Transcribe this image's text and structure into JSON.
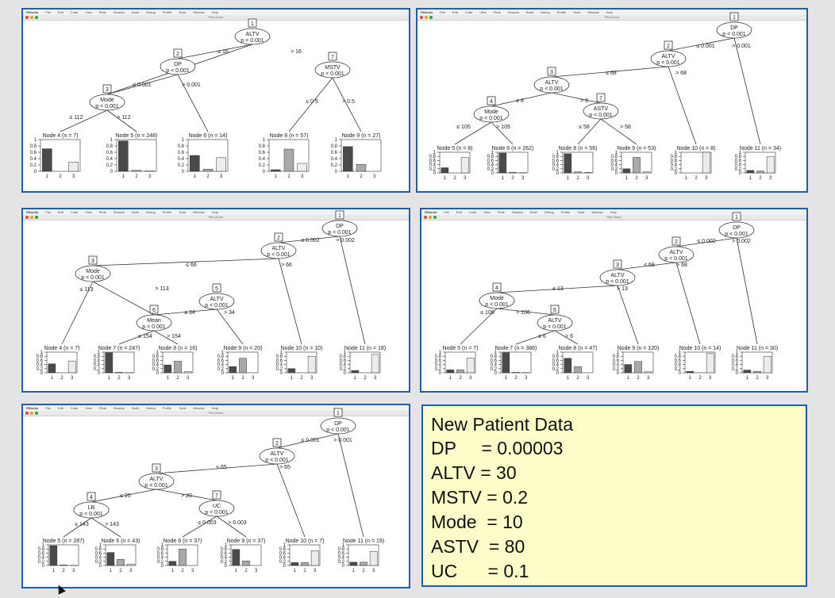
{
  "menubar": {
    "app": "RStudio",
    "items": [
      "File",
      "Edit",
      "Code",
      "View",
      "Plots",
      "Session",
      "Build",
      "Debug",
      "Profile",
      "Tools",
      "Window",
      "Help"
    ],
    "window_title": "Plot Zoom"
  },
  "trees": [
    {
      "nodes": [
        {
          "id": "1",
          "name": "ALTV",
          "p": "p < 0.001"
        },
        {
          "id": "2",
          "name": "DP",
          "p": "p < 0.001"
        },
        {
          "id": "3",
          "name": "Mode",
          "p": "p < 0.001"
        },
        {
          "id": "7",
          "name": "MSTV",
          "p": "p < 0.001"
        }
      ],
      "edges": [
        {
          "label": "≤ 16"
        },
        {
          "label": "> 16"
        },
        {
          "label": "≤ 0.001"
        },
        {
          "label": "> 0.001"
        },
        {
          "label": "≤ 112"
        },
        {
          "label": "> 112"
        },
        {
          "label": "≤ 0.5"
        },
        {
          "label": "> 0.5"
        }
      ],
      "leaves": [
        {
          "title": "Node 4 (n = 7)",
          "values": [
            0.71,
            0,
            0.29
          ]
        },
        {
          "title": "Node 5 (n = 248)",
          "values": [
            0.96,
            0.03,
            0.01
          ]
        },
        {
          "title": "Node 6 (n = 14)",
          "values": [
            0.5,
            0.07,
            0.43
          ]
        },
        {
          "title": "Node 8 (n = 57)",
          "values": [
            0.05,
            0.7,
            0.25
          ]
        },
        {
          "title": "Node 9 (n = 27)",
          "values": [
            0.78,
            0.22,
            0
          ]
        }
      ]
    },
    {
      "nodes": [
        {
          "id": "1",
          "name": "DP",
          "p": "p < 0.001"
        },
        {
          "id": "2",
          "name": "ALTV",
          "p": "p < 0.001"
        },
        {
          "id": "3",
          "name": "ALTV",
          "p": "p < 0.001"
        },
        {
          "id": "4",
          "name": "Mode",
          "p": "p < 0.001"
        },
        {
          "id": "7",
          "name": "ASTV",
          "p": "p < 0.001"
        }
      ],
      "edges": [
        {
          "label": "≤ 0.001"
        },
        {
          "label": "> 0.001"
        },
        {
          "label": "≤ 68"
        },
        {
          "label": "> 68"
        },
        {
          "label": "≤ 8"
        },
        {
          "label": "> 8"
        },
        {
          "label": "≤ 105"
        },
        {
          "label": "> 105"
        },
        {
          "label": "≤ 58"
        },
        {
          "label": "> 58"
        }
      ],
      "leaves": [
        {
          "title": "Node 5 (n = 8)",
          "values": [
            0.25,
            0,
            0.75
          ]
        },
        {
          "title": "Node 6 (n = 262)",
          "values": [
            0.96,
            0.03,
            0.01
          ]
        },
        {
          "title": "Node 8 (n = 56)",
          "values": [
            0.93,
            0.05,
            0.02
          ]
        },
        {
          "title": "Node 9 (n = 53)",
          "values": [
            0.2,
            0.75,
            0.05
          ]
        },
        {
          "title": "Node 10 (n = 8)",
          "values": [
            0,
            0,
            1
          ]
        },
        {
          "title": "Node 11 (n = 34)",
          "values": [
            0.12,
            0.09,
            0.79
          ]
        }
      ]
    },
    {
      "nodes": [
        {
          "id": "1",
          "name": "DP",
          "p": "p < 0.001"
        },
        {
          "id": "2",
          "name": "ALTV",
          "p": "p < 0.001"
        },
        {
          "id": "3",
          "name": "Mode",
          "p": "p < 0.001"
        },
        {
          "id": "5",
          "name": "ALTV",
          "p": "p < 0.001"
        },
        {
          "id": "6",
          "name": "Mean",
          "p": "p < 0.001"
        }
      ],
      "edges": [
        {
          "label": "≤ 0.002"
        },
        {
          "label": "> 0.002"
        },
        {
          "label": "≤ 66"
        },
        {
          "label": "> 66"
        },
        {
          "label": "≤ 113"
        },
        {
          "label": "> 113"
        },
        {
          "label": "≤ 34"
        },
        {
          "label": "> 34"
        },
        {
          "label": "≤ 154"
        },
        {
          "label": "> 154"
        }
      ],
      "leaves": [
        {
          "title": "Node 4 (n = 7)",
          "values": [
            0.43,
            0,
            0.57
          ]
        },
        {
          "title": "Node 7 (n = 247)",
          "values": [
            0.97,
            0.02,
            0.01
          ]
        },
        {
          "title": "Node 8 (n = 16)",
          "values": [
            0.38,
            0.56,
            0.06
          ]
        },
        {
          "title": "Node 9 (n = 20)",
          "values": [
            0.3,
            0.7,
            0
          ]
        },
        {
          "title": "Node 10 (n = 10)",
          "values": [
            0.2,
            0,
            0.8
          ]
        },
        {
          "title": "Node 11 (n = 18)",
          "values": [
            0.11,
            0,
            0.89
          ]
        }
      ]
    },
    {
      "nodes": [
        {
          "id": "1",
          "name": "DP",
          "p": "p < 0.001"
        },
        {
          "id": "2",
          "name": "ALTV",
          "p": "p < 0.001"
        },
        {
          "id": "3",
          "name": "ALTV",
          "p": "p < 0.001"
        },
        {
          "id": "4",
          "name": "Mode",
          "p": "p < 0.001"
        },
        {
          "id": "6",
          "name": "ALTV",
          "p": "p < 0.001"
        }
      ],
      "edges": [
        {
          "label": "≤ 0.002"
        },
        {
          "label": "> 0.002"
        },
        {
          "label": "≤ 68"
        },
        {
          "label": "> 68"
        },
        {
          "label": "≤ 13"
        },
        {
          "label": "> 13"
        },
        {
          "label": "≤ 106"
        },
        {
          "label": "> 106"
        },
        {
          "label": "≤ 6"
        },
        {
          "label": "> 6"
        }
      ],
      "leaves": [
        {
          "title": "Node 5 (n = 7)",
          "values": [
            0.14,
            0.14,
            0.72
          ]
        },
        {
          "title": "Node 7 (n = 386)",
          "values": [
            0.97,
            0.02,
            0.01
          ]
        },
        {
          "title": "Node 8 (n = 47)",
          "values": [
            0.7,
            0.3,
            0
          ]
        },
        {
          "title": "Node 9 (n = 120)",
          "values": [
            0.4,
            0.55,
            0.05
          ]
        },
        {
          "title": "Node 10 (n = 14)",
          "values": [
            0.07,
            0,
            0.93
          ]
        },
        {
          "title": "Node 11 (n = 30)",
          "values": [
            0.13,
            0.07,
            0.8
          ]
        }
      ]
    },
    {
      "nodes": [
        {
          "id": "1",
          "name": "DP",
          "p": "p < 0.001"
        },
        {
          "id": "2",
          "name": "ALTV",
          "p": "p < 0.001"
        },
        {
          "id": "3",
          "name": "ALTV",
          "p": "p < 0.001"
        },
        {
          "id": "4",
          "name": "LB",
          "p": "p < 0.001"
        },
        {
          "id": "7",
          "name": "UC",
          "p": "p < 0.001"
        }
      ],
      "edges": [
        {
          "label": "≤ 0.001"
        },
        {
          "label": "> 0.001"
        },
        {
          "label": "≤ 65"
        },
        {
          "label": "> 65"
        },
        {
          "label": "≤ 20"
        },
        {
          "label": "> 20"
        },
        {
          "label": "≤ 143"
        },
        {
          "label": "> 143"
        },
        {
          "label": "≤ 0.003"
        },
        {
          "label": "> 0.003"
        }
      ],
      "leaves": [
        {
          "title": "Node 5 (n = 287)",
          "values": [
            0.96,
            0.03,
            0.01
          ]
        },
        {
          "title": "Node 6 (n = 43)",
          "values": [
            0.63,
            0.3,
            0.07
          ]
        },
        {
          "title": "Node 8 (n = 37)",
          "values": [
            0.2,
            0.8,
            0
          ]
        },
        {
          "title": "Node 9 (n = 37)",
          "values": [
            0.78,
            0.22,
            0
          ]
        },
        {
          "title": "Node 10 (n = 7)",
          "values": [
            0.14,
            0.14,
            0.72
          ]
        },
        {
          "title": "Node 11 (n = 19)",
          "values": [
            0.16,
            0.16,
            0.68
          ]
        }
      ]
    }
  ],
  "axis": {
    "yticks": [
      "0",
      "0.2",
      "0.4",
      "0.6",
      "0.8",
      "1"
    ],
    "xticks": [
      "1",
      "2",
      "3"
    ]
  },
  "bar_colors": [
    "#4a4a4a",
    "#a9a9a9",
    "#ececec"
  ],
  "new_patient": {
    "title": "New Patient Data",
    "rows": [
      "DP     = 0.00003",
      "ALTV = 30",
      "MSTV = 0.2",
      "Mode  = 10",
      "ASTV  = 80",
      "UC      = 0.1"
    ]
  }
}
